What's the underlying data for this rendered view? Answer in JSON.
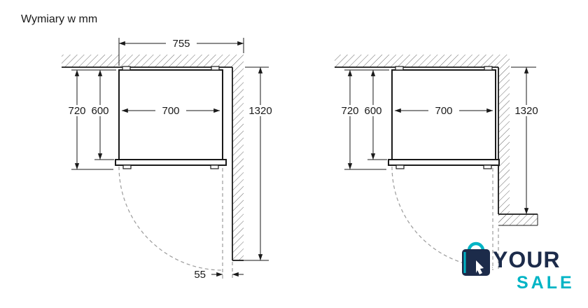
{
  "page": {
    "title": "Wymiary w mm"
  },
  "diagrams": {
    "left": {
      "niche_width": "755",
      "depth_with_door": "720",
      "depth_body": "600",
      "width": "700",
      "niche_height": "1320",
      "wall_clearance": "55"
    },
    "right": {
      "depth_with_door": "720",
      "depth_body": "600",
      "width": "700",
      "niche_height": "1320"
    }
  },
  "logo": {
    "line1": "YOUR",
    "line2": "SALE"
  },
  "colors": {
    "navy": "#1c2b4a",
    "teal": "#00b4c5",
    "line": "#1a1a1a",
    "dash": "#9b9b9b"
  }
}
